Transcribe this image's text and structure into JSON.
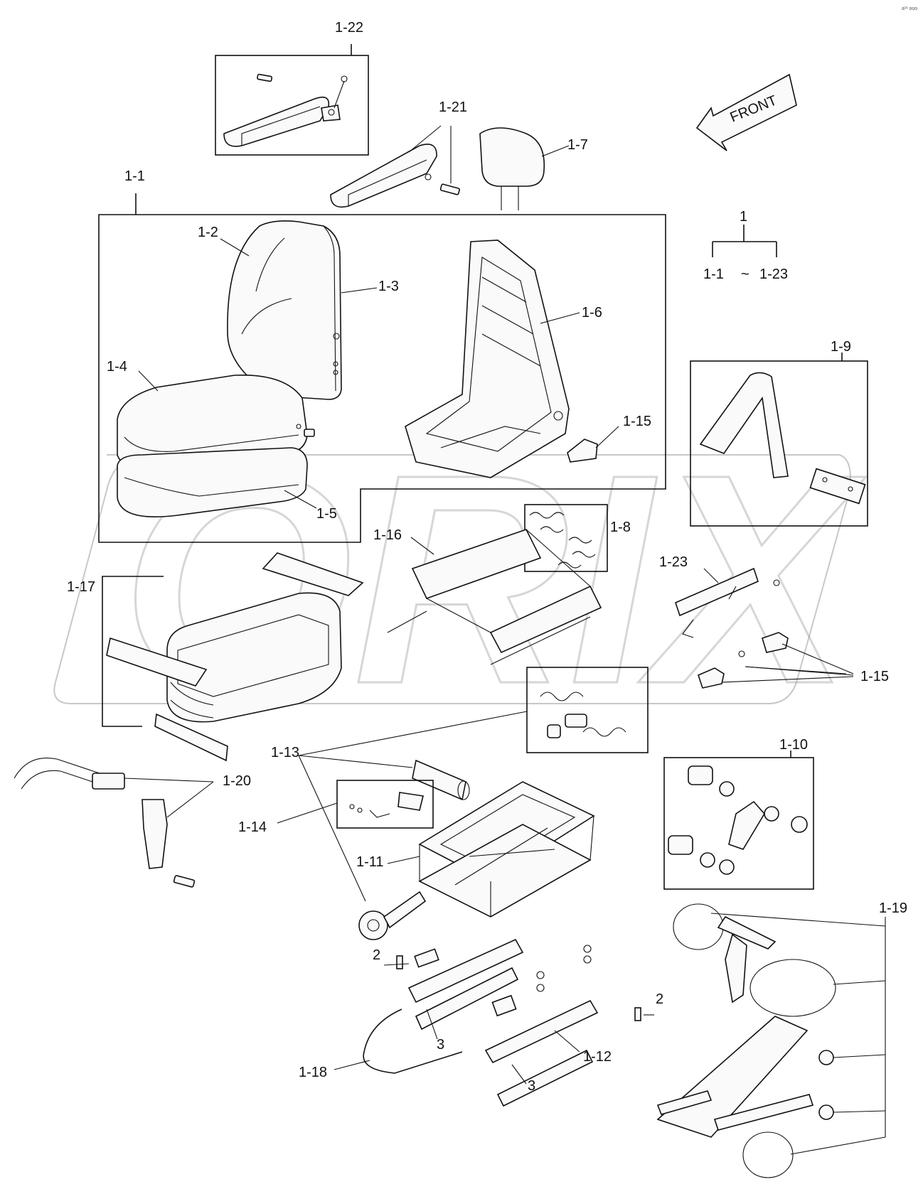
{
  "front_label": "FRONT",
  "watermark_text": "ORIX",
  "corner_code": "a¹¹ ooo",
  "callouts": [
    {
      "id": "1-22",
      "text": "1-22"
    },
    {
      "id": "1-21",
      "text": "1-21"
    },
    {
      "id": "1-7",
      "text": "1-7"
    },
    {
      "id": "1-1",
      "text": "1-1"
    },
    {
      "id": "1-2",
      "text": "1-2"
    },
    {
      "id": "1-3",
      "text": "1-3"
    },
    {
      "id": "1-6",
      "text": "1-6"
    },
    {
      "id": "1-4",
      "text": "1-4"
    },
    {
      "id": "1-15a",
      "text": "1-15"
    },
    {
      "id": "1-5",
      "text": "1-5"
    },
    {
      "id": "1-9",
      "text": "1-9"
    },
    {
      "id": "1-16",
      "text": "1-16"
    },
    {
      "id": "1-8",
      "text": "1-8"
    },
    {
      "id": "1-23",
      "text": "1-23"
    },
    {
      "id": "1-17",
      "text": "1-17"
    },
    {
      "id": "1-15b",
      "text": "1-15"
    },
    {
      "id": "1-13",
      "text": "1-13"
    },
    {
      "id": "1-10",
      "text": "1-10"
    },
    {
      "id": "1-20",
      "text": "1-20"
    },
    {
      "id": "1-14",
      "text": "1-14"
    },
    {
      "id": "1-11",
      "text": "1-11"
    },
    {
      "id": "1-19",
      "text": "1-19"
    },
    {
      "id": "2a",
      "text": "2"
    },
    {
      "id": "2b",
      "text": "2"
    },
    {
      "id": "3a",
      "text": "3"
    },
    {
      "id": "1-12",
      "text": "1-12"
    },
    {
      "id": "1-18",
      "text": "1-18"
    },
    {
      "id": "3b",
      "text": "3"
    }
  ],
  "assembly_key": {
    "root": "1",
    "range_start": "1-1",
    "range_sep": "~",
    "range_end": "1-23"
  }
}
